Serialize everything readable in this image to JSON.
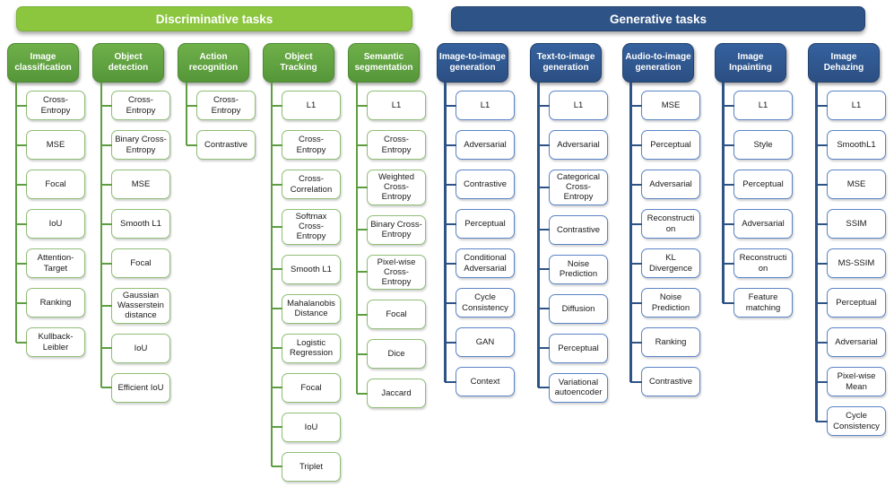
{
  "groups": [
    {
      "title": "Discriminative tasks",
      "color": "#8CC63F"
    },
    {
      "title": "Generative tasks",
      "color": "#2E5387"
    }
  ],
  "colors": {
    "discriminative_bar": "#8CC63F",
    "discriminative_header": "#5EA13C",
    "discriminative_node_border": "#90BE76",
    "discriminative_connector": "#5E9E41",
    "generative_main": "#2E5387",
    "generative_node_border": "#5B84C6"
  },
  "columns": [
    {
      "group": "Discriminative tasks",
      "title": "Image classification",
      "items": [
        "Cross-Entropy",
        "MSE",
        "Focal",
        "IoU",
        "Attention-Target",
        "Ranking",
        "Kullback-Leibler"
      ]
    },
    {
      "group": "Discriminative tasks",
      "title": "Object detection",
      "items": [
        "Cross-Entropy",
        "Binary Cross-Entropy",
        "MSE",
        "Smooth L1",
        "Focal",
        "Gaussian Wasserstein distance",
        "IoU",
        "Efficient IoU"
      ]
    },
    {
      "group": "Discriminative tasks",
      "title": "Action recognition",
      "items": [
        "Cross-Entropy",
        "Contrastive"
      ]
    },
    {
      "group": "Discriminative tasks",
      "title": "Object Tracking",
      "items": [
        "L1",
        "Cross-Entropy",
        "Cross-Correlation",
        "Softmax Cross-Entropy",
        "Smooth L1",
        "Mahalanobis Distance",
        "Logistic Regression",
        "Focal",
        "IoU",
        "Triplet"
      ]
    },
    {
      "group": "Discriminative tasks",
      "title": "Semantic segmentation",
      "items": [
        "L1",
        "Cross-Entropy",
        "Weighted Cross-Entropy",
        "Binary Cross-Entropy",
        "Pixel-wise Cross-Entropy",
        "Focal",
        "Dice",
        "Jaccard"
      ]
    },
    {
      "group": "Generative tasks",
      "title": "Image-to-image generation",
      "items": [
        "L1",
        "Adversarial",
        "Contrastive",
        "Perceptual",
        "Conditional Adversarial",
        "Cycle Consistency",
        "GAN",
        "Context"
      ]
    },
    {
      "group": "Generative tasks",
      "title": "Text-to-image generation",
      "items": [
        "L1",
        "Adversarial",
        "Categorical Cross-Entropy",
        "Contrastive",
        "Noise Prediction",
        "Diffusion",
        "Perceptual",
        "Variational autoencoder"
      ]
    },
    {
      "group": "Generative tasks",
      "title": "Audio-to-image generation",
      "items": [
        "MSE",
        "Perceptual",
        "Adversarial",
        "Reconstruction",
        "KL Divergence",
        "Noise Prediction",
        "Ranking",
        "Contrastive"
      ]
    },
    {
      "group": "Generative tasks",
      "title": "Image Inpainting",
      "items": [
        "L1",
        "Style",
        "Perceptual",
        "Adversarial",
        "Reconstruction",
        "Feature matching"
      ]
    },
    {
      "group": "Generative tasks",
      "title": "Image Dehazing",
      "items": [
        "L1",
        "SmoothL1",
        "MSE",
        "SSIM",
        "MS-SSIM",
        "Perceptual",
        "Adversarial",
        "Pixel-wise Mean",
        "Cycle Consistency"
      ]
    }
  ]
}
